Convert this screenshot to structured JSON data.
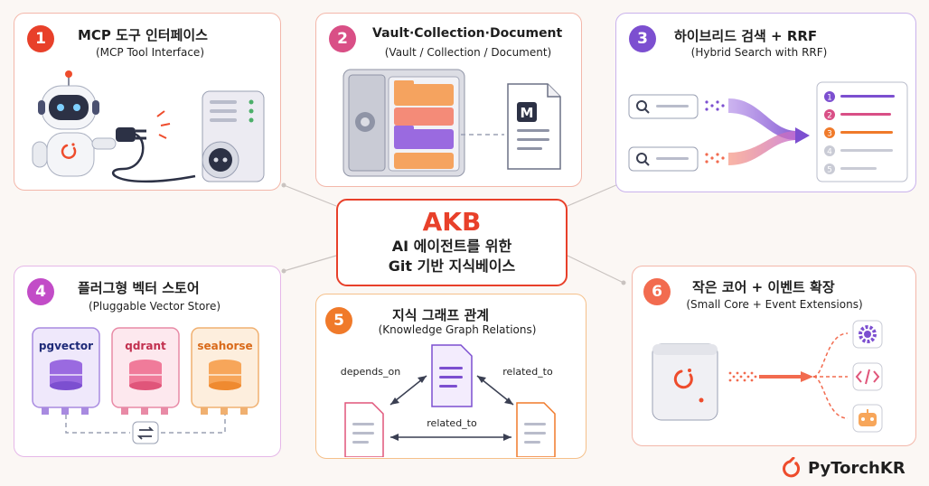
{
  "center": {
    "title": "AKB",
    "line1": "AI 에이전트를 위한",
    "line2": "Git 기반 지식베이스"
  },
  "cards": [
    {
      "num": "1",
      "title": "MCP 도구 인터페이스",
      "subtitle": "(MCP Tool Interface)"
    },
    {
      "num": "2",
      "title": "Vault·Collection·Document",
      "subtitle": "(Vault / Collection / Document)"
    },
    {
      "num": "3",
      "title": "하이브리드 검색 + RRF",
      "subtitle": "(Hybrid Search with RRF)"
    },
    {
      "num": "4",
      "title": "플러그형 벡터 스토어",
      "subtitle": "(Pluggable Vector Store)"
    },
    {
      "num": "5",
      "title": "지식 그래프 관계",
      "subtitle": "(Knowledge Graph Relations)"
    },
    {
      "num": "6",
      "title": "작은 코어 + 이벤트 확장",
      "subtitle": "(Small Core + Event Extensions)"
    }
  ],
  "vault": {
    "doc_letter": "M"
  },
  "search": {
    "ranks": [
      "1",
      "2",
      "3",
      "4",
      "5"
    ]
  },
  "stores": [
    "pgvector",
    "qdrant",
    "seahorse"
  ],
  "graph": {
    "edge_top_left": "depends_on",
    "edge_top_right": "related_to",
    "edge_bottom": "related_to"
  },
  "brand": {
    "name": "PyTorchKR"
  },
  "colors": {
    "red": "#e8402a",
    "pink": "#d94f86",
    "purple": "#7c4fd0",
    "magenta": "#c24cc7",
    "orange": "#f07a2a",
    "salmon": "#f26b4f",
    "pytorch": "#ee4c2c"
  }
}
